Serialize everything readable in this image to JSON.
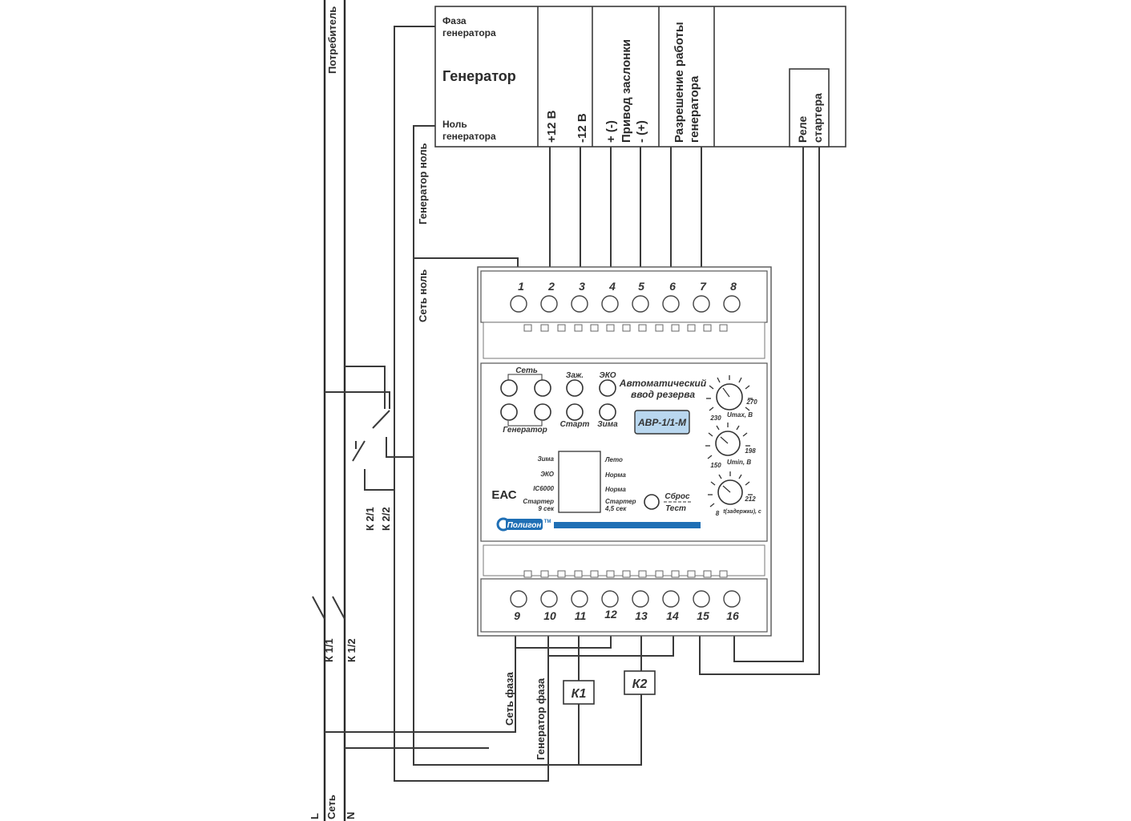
{
  "generator_block": {
    "phase_label_1": "Фаза",
    "phase_label_2": "генератора",
    "title": "Генератор",
    "neutral_label_1": "Ноль",
    "neutral_label_2": "генератора",
    "plus12": "+12 В",
    "minus12": "-12 В",
    "damper_plus": "+ (-)",
    "damper_title": "Привод заслонки",
    "damper_minus": "- (+)",
    "permit_1": "Разрешение работы",
    "permit_2": "генератора",
    "starter_relay_1": "Реле",
    "starter_relay_2": "стартера"
  },
  "wire_labels": {
    "consumer": "Потребитель",
    "gen_neutral": "Генератор ноль",
    "mains_neutral": "Сеть ноль",
    "mains_phase": "Сеть фаза",
    "gen_phase": "Генератор фаза",
    "k21": "К 2/1",
    "k22": "К 2/2",
    "k11": "К 1/1",
    "k12": "К 1/2",
    "L": "L",
    "mains": "Сеть",
    "N": "N"
  },
  "coils": {
    "k1": "К1",
    "k2": "К2"
  },
  "device": {
    "top_terminals": [
      "1",
      "2",
      "3",
      "4",
      "5",
      "6",
      "7",
      "8"
    ],
    "bottom_terminals": [
      "9",
      "10",
      "11",
      "12",
      "13",
      "14",
      "15",
      "16"
    ],
    "led_net": "Сеть",
    "led_generator": "Генератор",
    "led_ign": "Заж.",
    "led_eco": "ЭКО",
    "led_start": "Старт",
    "led_winter": "Зима",
    "title_1": "Автоматический",
    "title_2": "ввод резерва",
    "model": "АВР-1/1-М",
    "umax_label": "Umax, В",
    "umax_min": "230",
    "umax_max": "270",
    "umin_label": "Umin, В",
    "umin_min": "150",
    "umin_max": "198",
    "t_label": "t(задержки), с",
    "t_min": "8",
    "t_max": "212",
    "sw_left": [
      "Зима",
      "ЭКО",
      "IC6000",
      "Стартер",
      "9 сек"
    ],
    "sw_right": [
      "Лето",
      "Норма",
      "Норма",
      "Стартер",
      "4,5 сек"
    ],
    "reset": "Сброс",
    "test": "Тест",
    "eac": "ЕАС",
    "brand": "Полигон",
    "tm": "TM"
  },
  "colors": {
    "brand_blue": "#1f6fb5",
    "model_bg": "#b9d7ef",
    "wire": "#3a3a3a"
  }
}
